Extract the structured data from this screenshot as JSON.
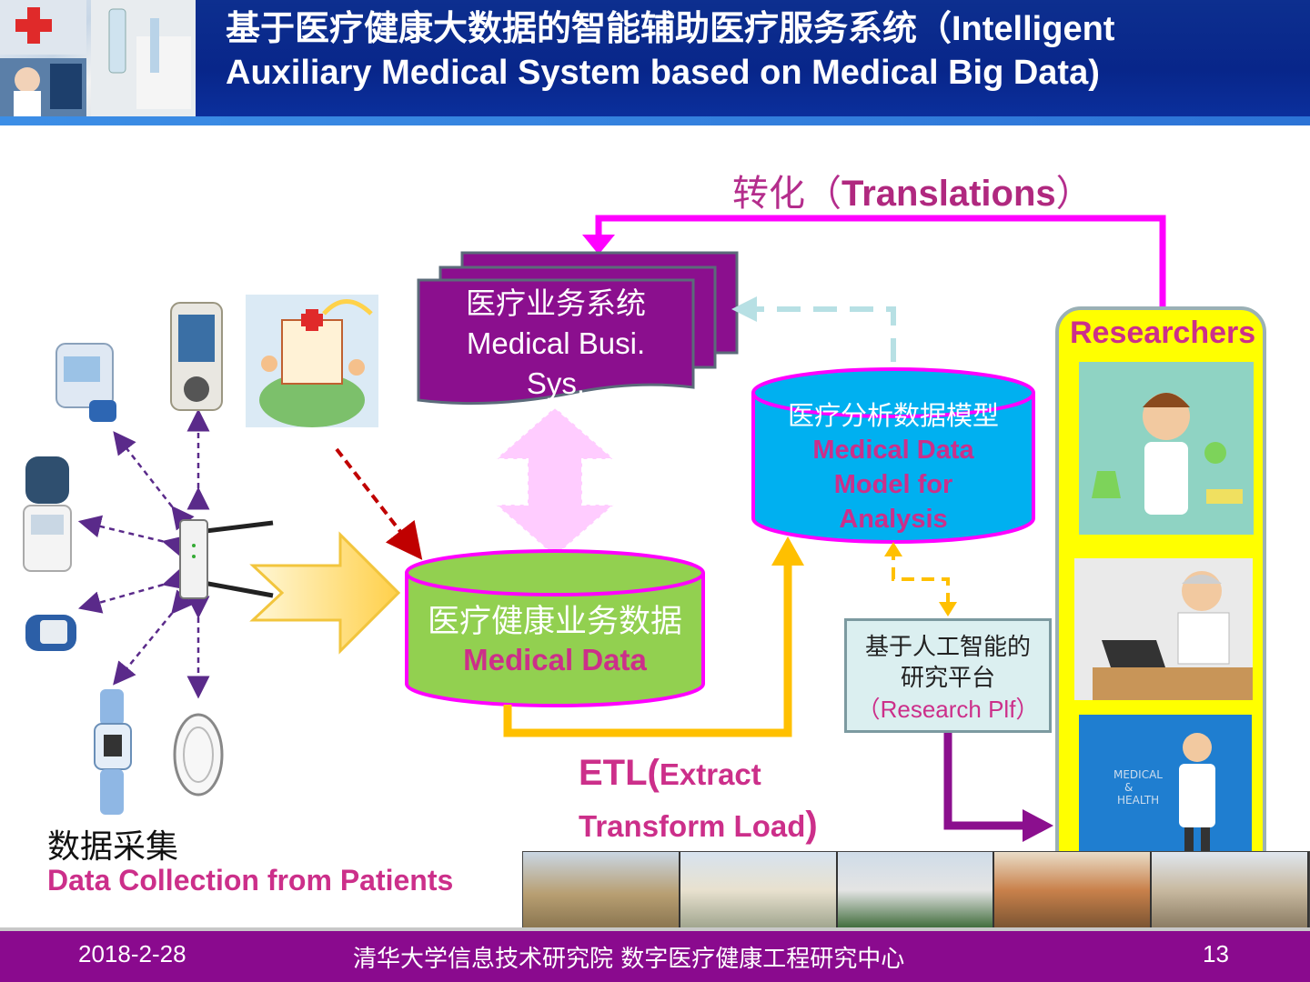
{
  "header": {
    "title_line1": "基于医疗健康大数据的智能辅助医疗服务系统（Intelligent",
    "title_line2": "Auxiliary  Medical System based on Medical Big Data)"
  },
  "translations": {
    "cn": "转化（",
    "en": "Translations",
    "close": "）"
  },
  "medical_business": {
    "cn": "医疗业务系统",
    "en_line1": "Medical Busi.",
    "en_line2": "Sys."
  },
  "medical_data": {
    "cn": "医疗健康业务数据",
    "en": "Medical Data"
  },
  "analysis_model": {
    "cn": "医疗分析数据模型",
    "en_line1": "Medical Data",
    "en_line2": "Model for",
    "en_line3": "Analysis"
  },
  "research_platform": {
    "cn_line1": "基于人工智能的",
    "cn_line2": "研究平台",
    "en": "（Research Plf）"
  },
  "researchers": {
    "label": "Researchers"
  },
  "etl": {
    "l1_big": "ETL(",
    "l1_small": "Extract",
    "l2_small": "Transform Load",
    "l2_big": ")"
  },
  "data_collection": {
    "cn": "数据采集",
    "en": "Data Collection from Patients"
  },
  "footer": {
    "date": "2018-2-28",
    "org": "清华大学信息技术研究院 数字医疗健康工程研究中心",
    "page": "13"
  },
  "colors": {
    "header_blue": "#0d2f8f",
    "footer_purple": "#8a0a8e",
    "magenta": "#cc2f8a",
    "arrow_magenta": "#ff00ff",
    "arrow_orange": "#ffc000",
    "data_green": "#92d050",
    "model_blue": "#00b0f0",
    "business_purple": "#8b0f8e",
    "researcher_yellow": "#ffff00"
  },
  "icons": [
    "blood-pressure-monitor-icon",
    "glucose-meter-icon",
    "wireless-router-icon",
    "ecg-device-icon",
    "smart-scale-icon",
    "wearable-device-icon",
    "hospital-illustration-icon",
    "scientist-icon",
    "doctor-laptop-icon",
    "doctor-standing-icon",
    "university-buildings-icon"
  ]
}
